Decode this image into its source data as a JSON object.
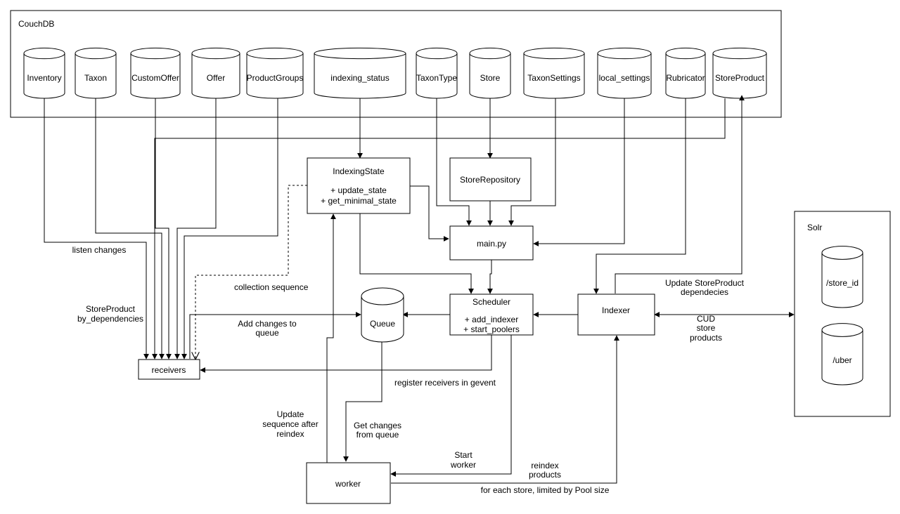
{
  "containers": {
    "couchdb": "CouchDB",
    "solr": "Solr"
  },
  "couch_dbs": [
    "Inventory",
    "Taxon",
    "CustomOffer",
    "Offer",
    "ProductGroups",
    "indexing_status",
    "TaxonType",
    "Store",
    "TaxonSettings",
    "local_settings",
    "Rubricator",
    "StoreProduct"
  ],
  "solr_cores": [
    "/store_id",
    "/uber"
  ],
  "components": {
    "indexing_state": {
      "title": "IndexingState",
      "methods": [
        "+ update_state",
        "+ get_minimal_state"
      ]
    },
    "store_repository": {
      "title": "StoreRepository"
    },
    "main": {
      "title": "main.py"
    },
    "scheduler": {
      "title": "Scheduler",
      "methods": [
        "+ add_indexer",
        "+ start_poolers"
      ]
    },
    "indexer": {
      "title": "Indexer"
    },
    "queue": {
      "title": "Queue"
    },
    "receivers": {
      "title": "receivers"
    },
    "worker": {
      "title": "worker"
    }
  },
  "labels": {
    "listen_changes": "listen changes",
    "collection_sequence": "collection sequence",
    "storeproduct_deps": [
      "StoreProduct",
      "by_dependencies"
    ],
    "add_changes": [
      "Add changes to",
      "queue"
    ],
    "register_receivers": "register receivers in gevent",
    "update_sequence": [
      "Update",
      "sequence after",
      "reindex"
    ],
    "get_changes": [
      "Get changes",
      "from queue"
    ],
    "start_worker": [
      "Start",
      "worker"
    ],
    "reindex_products": [
      "reindex",
      "products"
    ],
    "pool_size": "for each store, limited by Pool size",
    "update_storeproduct": [
      "Update StoreProduct",
      "dependecies"
    ],
    "cud": [
      "CUD",
      "store",
      "products"
    ]
  }
}
